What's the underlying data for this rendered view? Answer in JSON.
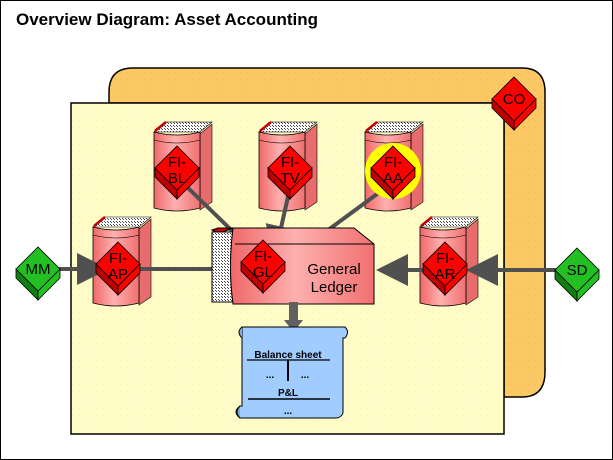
{
  "title": "Overview Diagram: Asset Accounting",
  "colors": {
    "outer_area": "#FCC864",
    "inner_area": "#FFFCC8",
    "book": "#F88080",
    "module_red": "#FF0000",
    "module_green": "#22C022",
    "highlight": "#FFFF00",
    "document": "#A0CCFF",
    "arrow": "#505050"
  },
  "areas": {
    "outer_label": "CO"
  },
  "modules": {
    "fi_bl": {
      "line1": "FI-",
      "line2": "BL"
    },
    "fi_tv": {
      "line1": "FI-",
      "line2": "TV"
    },
    "fi_aa": {
      "line1": "FI-",
      "line2": "AA",
      "highlighted": true
    },
    "fi_ap": {
      "line1": "FI-",
      "line2": "AP"
    },
    "fi_gl": {
      "line1": "FI-",
      "line2": "GL"
    },
    "fi_ar": {
      "line1": "FI-",
      "line2": "AR"
    },
    "co": {
      "label": "CO"
    },
    "mm": {
      "label": "MM"
    },
    "sd": {
      "label": "SD"
    }
  },
  "ledger": {
    "line1": "General",
    "line2": "Ledger"
  },
  "report": {
    "heading": "Balance sheet",
    "left": "...",
    "right": "...",
    "section": "P&L",
    "bottom": "..."
  }
}
